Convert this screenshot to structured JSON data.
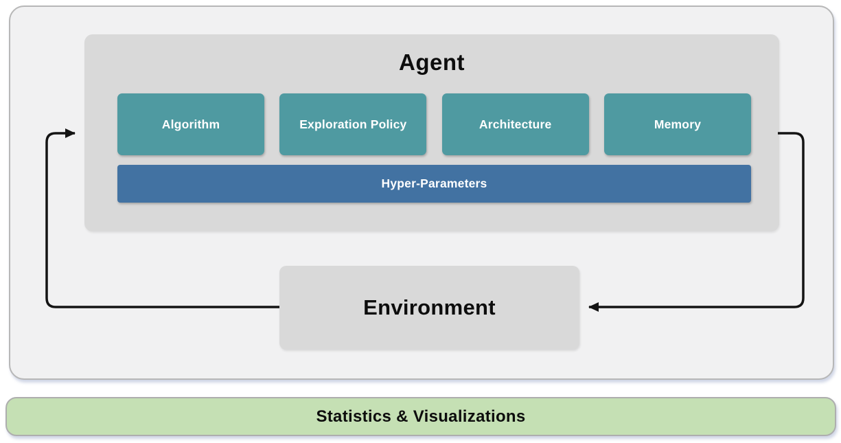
{
  "diagram": {
    "agent": {
      "title": "Agent",
      "components": [
        {
          "label": "Algorithm"
        },
        {
          "label": "Exploration Policy"
        },
        {
          "label": "Architecture"
        },
        {
          "label": "Memory"
        }
      ],
      "hyper_parameters_label": "Hyper-Parameters"
    },
    "environment": {
      "title": "Environment"
    },
    "stats_bar": {
      "label": "Statistics & Visualizations"
    },
    "colors": {
      "component_teal": "#4f9aa1",
      "hyper_parameters_blue": "#4272a2",
      "stats_green": "#c5e0b4",
      "panel_gray": "#d9d9d9",
      "canvas_light_gray": "#f1f1f2",
      "arrow_black": "#141414"
    }
  }
}
